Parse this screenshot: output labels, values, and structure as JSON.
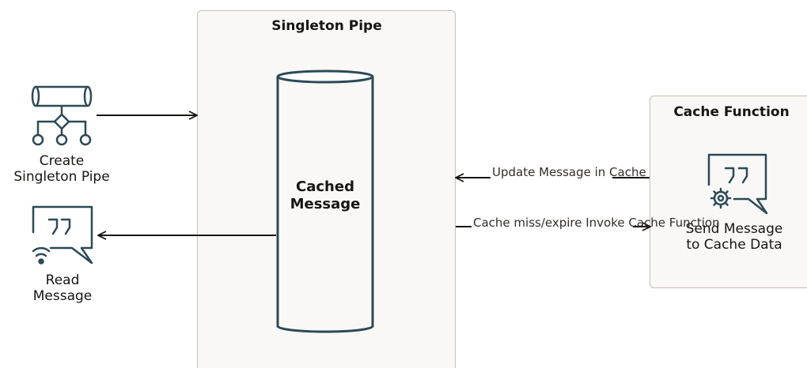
{
  "containers": {
    "singleton_pipe": {
      "title": "Singleton Pipe"
    },
    "cache_function": {
      "title": "Cache Function"
    }
  },
  "nodes": {
    "create_pipe": {
      "label": "Create\nSingleton Pipe",
      "icon": "integration-pipe-icon"
    },
    "read_message": {
      "label": "Read\nMessage",
      "icon": "wireless-message-icon"
    },
    "cached_message": {
      "label": "Cached\nMessage",
      "icon": "cylinder-store-icon"
    },
    "send_message": {
      "label": "Send Message\nto Cache Data",
      "icon": "message-gear-icon"
    }
  },
  "edges": {
    "update_message": {
      "label": "Update Message\nin Cache"
    },
    "cache_miss": {
      "label": "Cache miss/expire\nInvoke Cache Function"
    }
  },
  "colors": {
    "icon_stroke": "#2b4a57",
    "container_fill": "#f9f8f6",
    "container_border": "#c6bfb6",
    "arrow": "#161513"
  }
}
